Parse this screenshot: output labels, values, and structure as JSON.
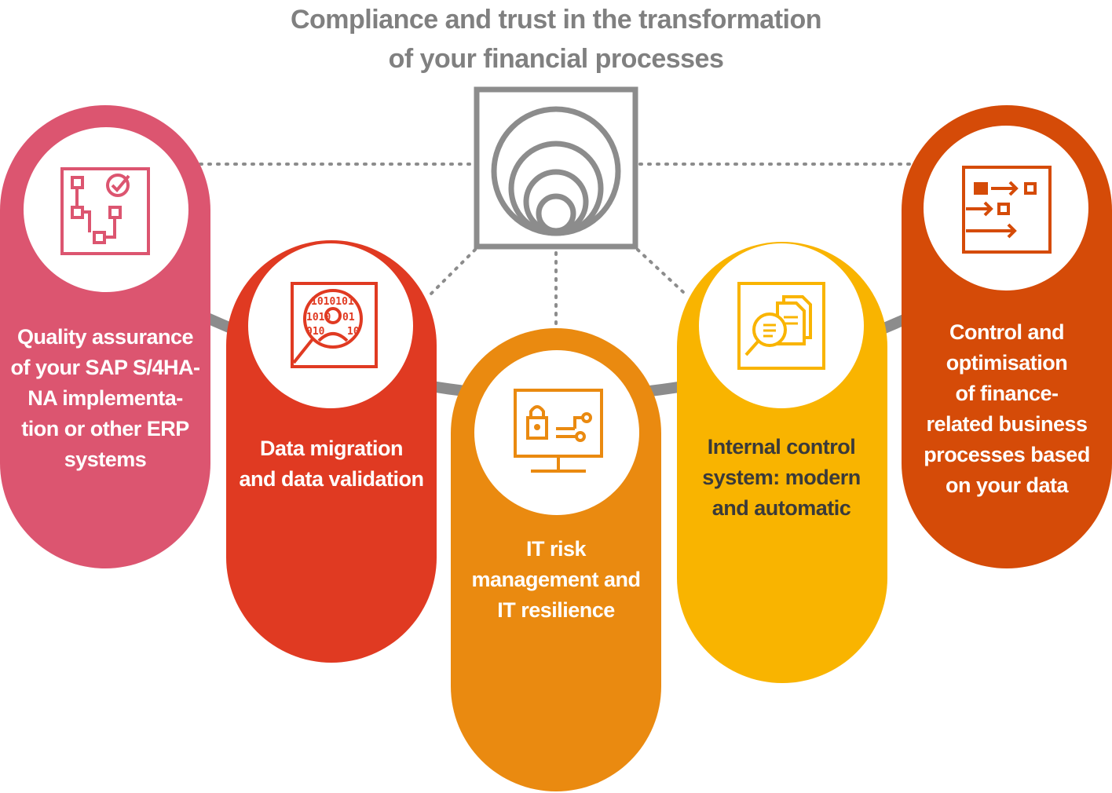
{
  "title": {
    "line1": "Compliance and trust in the transformation",
    "line2": "of your financial processes"
  },
  "colors": {
    "pink": "#dc5570",
    "red": "#e03a22",
    "orange": "#ea8a10",
    "yellow": "#f9b400",
    "rust": "#d54b08",
    "gray": "#8c8c8c"
  },
  "central_icon": "concentric-circles-icon",
  "items": [
    {
      "icon": "process-flow-checkmark-icon",
      "lines": [
        "Quality assurance",
        "of your SAP S/4HA-",
        "NA implementa-",
        "tion or other ERP",
        "systems"
      ]
    },
    {
      "icon": "binary-data-person-search-icon",
      "lines": [
        "Data migration",
        "and data validation"
      ]
    },
    {
      "icon": "lock-circuit-monitor-icon",
      "lines": [
        "IT risk",
        "management and",
        "IT resilience"
      ]
    },
    {
      "icon": "documents-magnifier-icon",
      "lines": [
        "Internal control",
        "system: modern",
        "and automatic"
      ]
    },
    {
      "icon": "process-arrows-icon",
      "lines": [
        "Control and",
        "optimisation",
        "of finance-",
        "related business",
        "processes based",
        "on your data"
      ]
    }
  ]
}
